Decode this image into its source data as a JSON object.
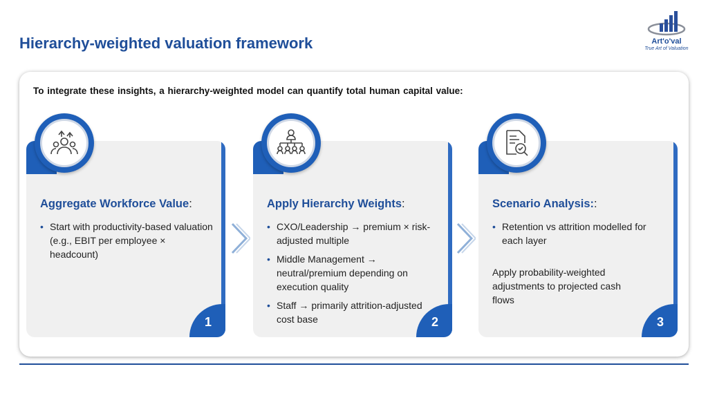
{
  "header": {
    "title": "Hierarchy-weighted valuation framework"
  },
  "logo": {
    "name": "Art'o'val",
    "tagline": "True Art of Valuation"
  },
  "intro": "To integrate these insights, a hierarchy-weighted model can quantify total human capital value:",
  "cards": [
    {
      "icon": "team-growth-icon",
      "heading": "Aggregate Workforce Value",
      "heading_suffix": ":",
      "bullets": [
        "Start with productivity-based valuation (e.g., EBIT per employee × headcount)"
      ],
      "number": "1"
    },
    {
      "icon": "org-chart-icon",
      "heading": "Apply Hierarchy Weights",
      "heading_suffix": ":",
      "bullets": [
        "CXO/Leadership → premium × risk-adjusted multiple",
        "Middle Management → neutral/premium depending on execution quality",
        "Staff → primarily attrition-adjusted cost base"
      ],
      "number": "2"
    },
    {
      "icon": "document-search-icon",
      "heading": "Scenario Analysis:",
      "heading_suffix": ":",
      "bullets": [
        "Retention vs attrition modelled for each layer"
      ],
      "paragraph": "Apply probability-weighted adjustments to projected cash flows",
      "number": "3"
    }
  ],
  "colors": {
    "primary": "#1f4e99",
    "accent": "#1f5fb8",
    "card_bg": "#f0f0f0"
  }
}
